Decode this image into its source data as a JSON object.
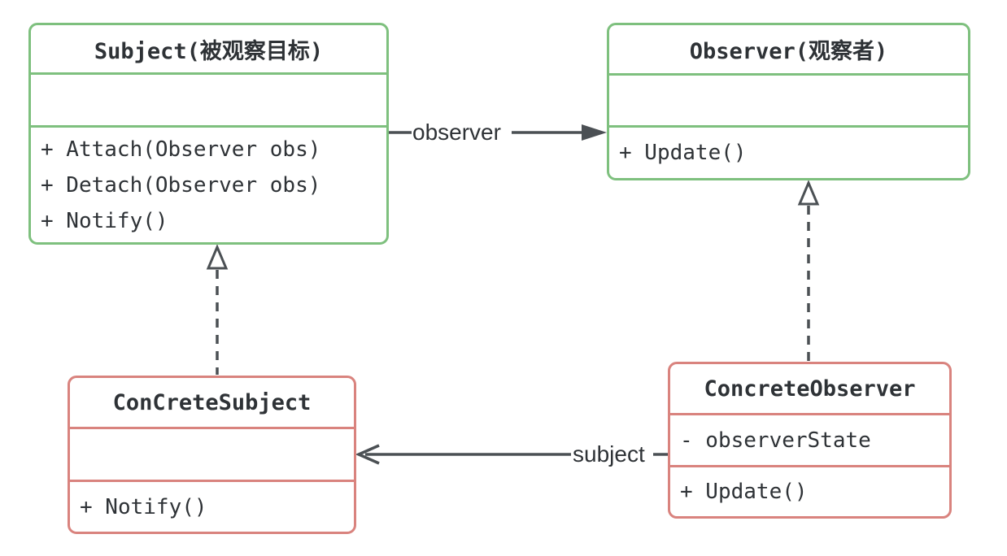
{
  "diagram_type": "uml-class-diagram",
  "colors": {
    "background": "#ffffff",
    "abstract_class_border": "#7ec07e",
    "concrete_class_border": "#d9837e",
    "edge_line": "#4b5054",
    "text": "#2e3236"
  },
  "classes": [
    {
      "id": "subject",
      "name": "Subject(被观察目标)",
      "attributes": [],
      "methods": [
        "+ Attach(Observer obs)",
        "+ Detach(Observer obs)",
        "+ Notify()"
      ],
      "border_color": "#7ec07e"
    },
    {
      "id": "observer",
      "name": "Observer(观察者)",
      "attributes": [],
      "methods": [
        "+ Update()"
      ],
      "border_color": "#7ec07e"
    },
    {
      "id": "concrete_subject",
      "name": "ConCreteSubject",
      "attributes": [],
      "methods": [
        "+ Notify()"
      ],
      "border_color": "#d9837e"
    },
    {
      "id": "concrete_observer",
      "name": "ConcreteObserver",
      "attributes": [
        "- observerState"
      ],
      "methods": [
        "+ Update()"
      ],
      "border_color": "#d9837e"
    }
  ],
  "edges": [
    {
      "label": "observer",
      "from": "Subject(被观察目标)",
      "to": "Observer(观察者)",
      "type": "association-solid-filled-arrow"
    },
    {
      "label": "subject",
      "from": "ConcreteObserver",
      "to": "ConCreteSubject",
      "type": "association-solid-open-arrow"
    },
    {
      "label": "",
      "from": "ConCreteSubject",
      "to": "Subject(被观察目标)",
      "type": "realization-dashed-hollow-triangle"
    },
    {
      "label": "",
      "from": "ConcreteObserver",
      "to": "Observer(观察者)",
      "type": "realization-dashed-hollow-triangle"
    }
  ]
}
